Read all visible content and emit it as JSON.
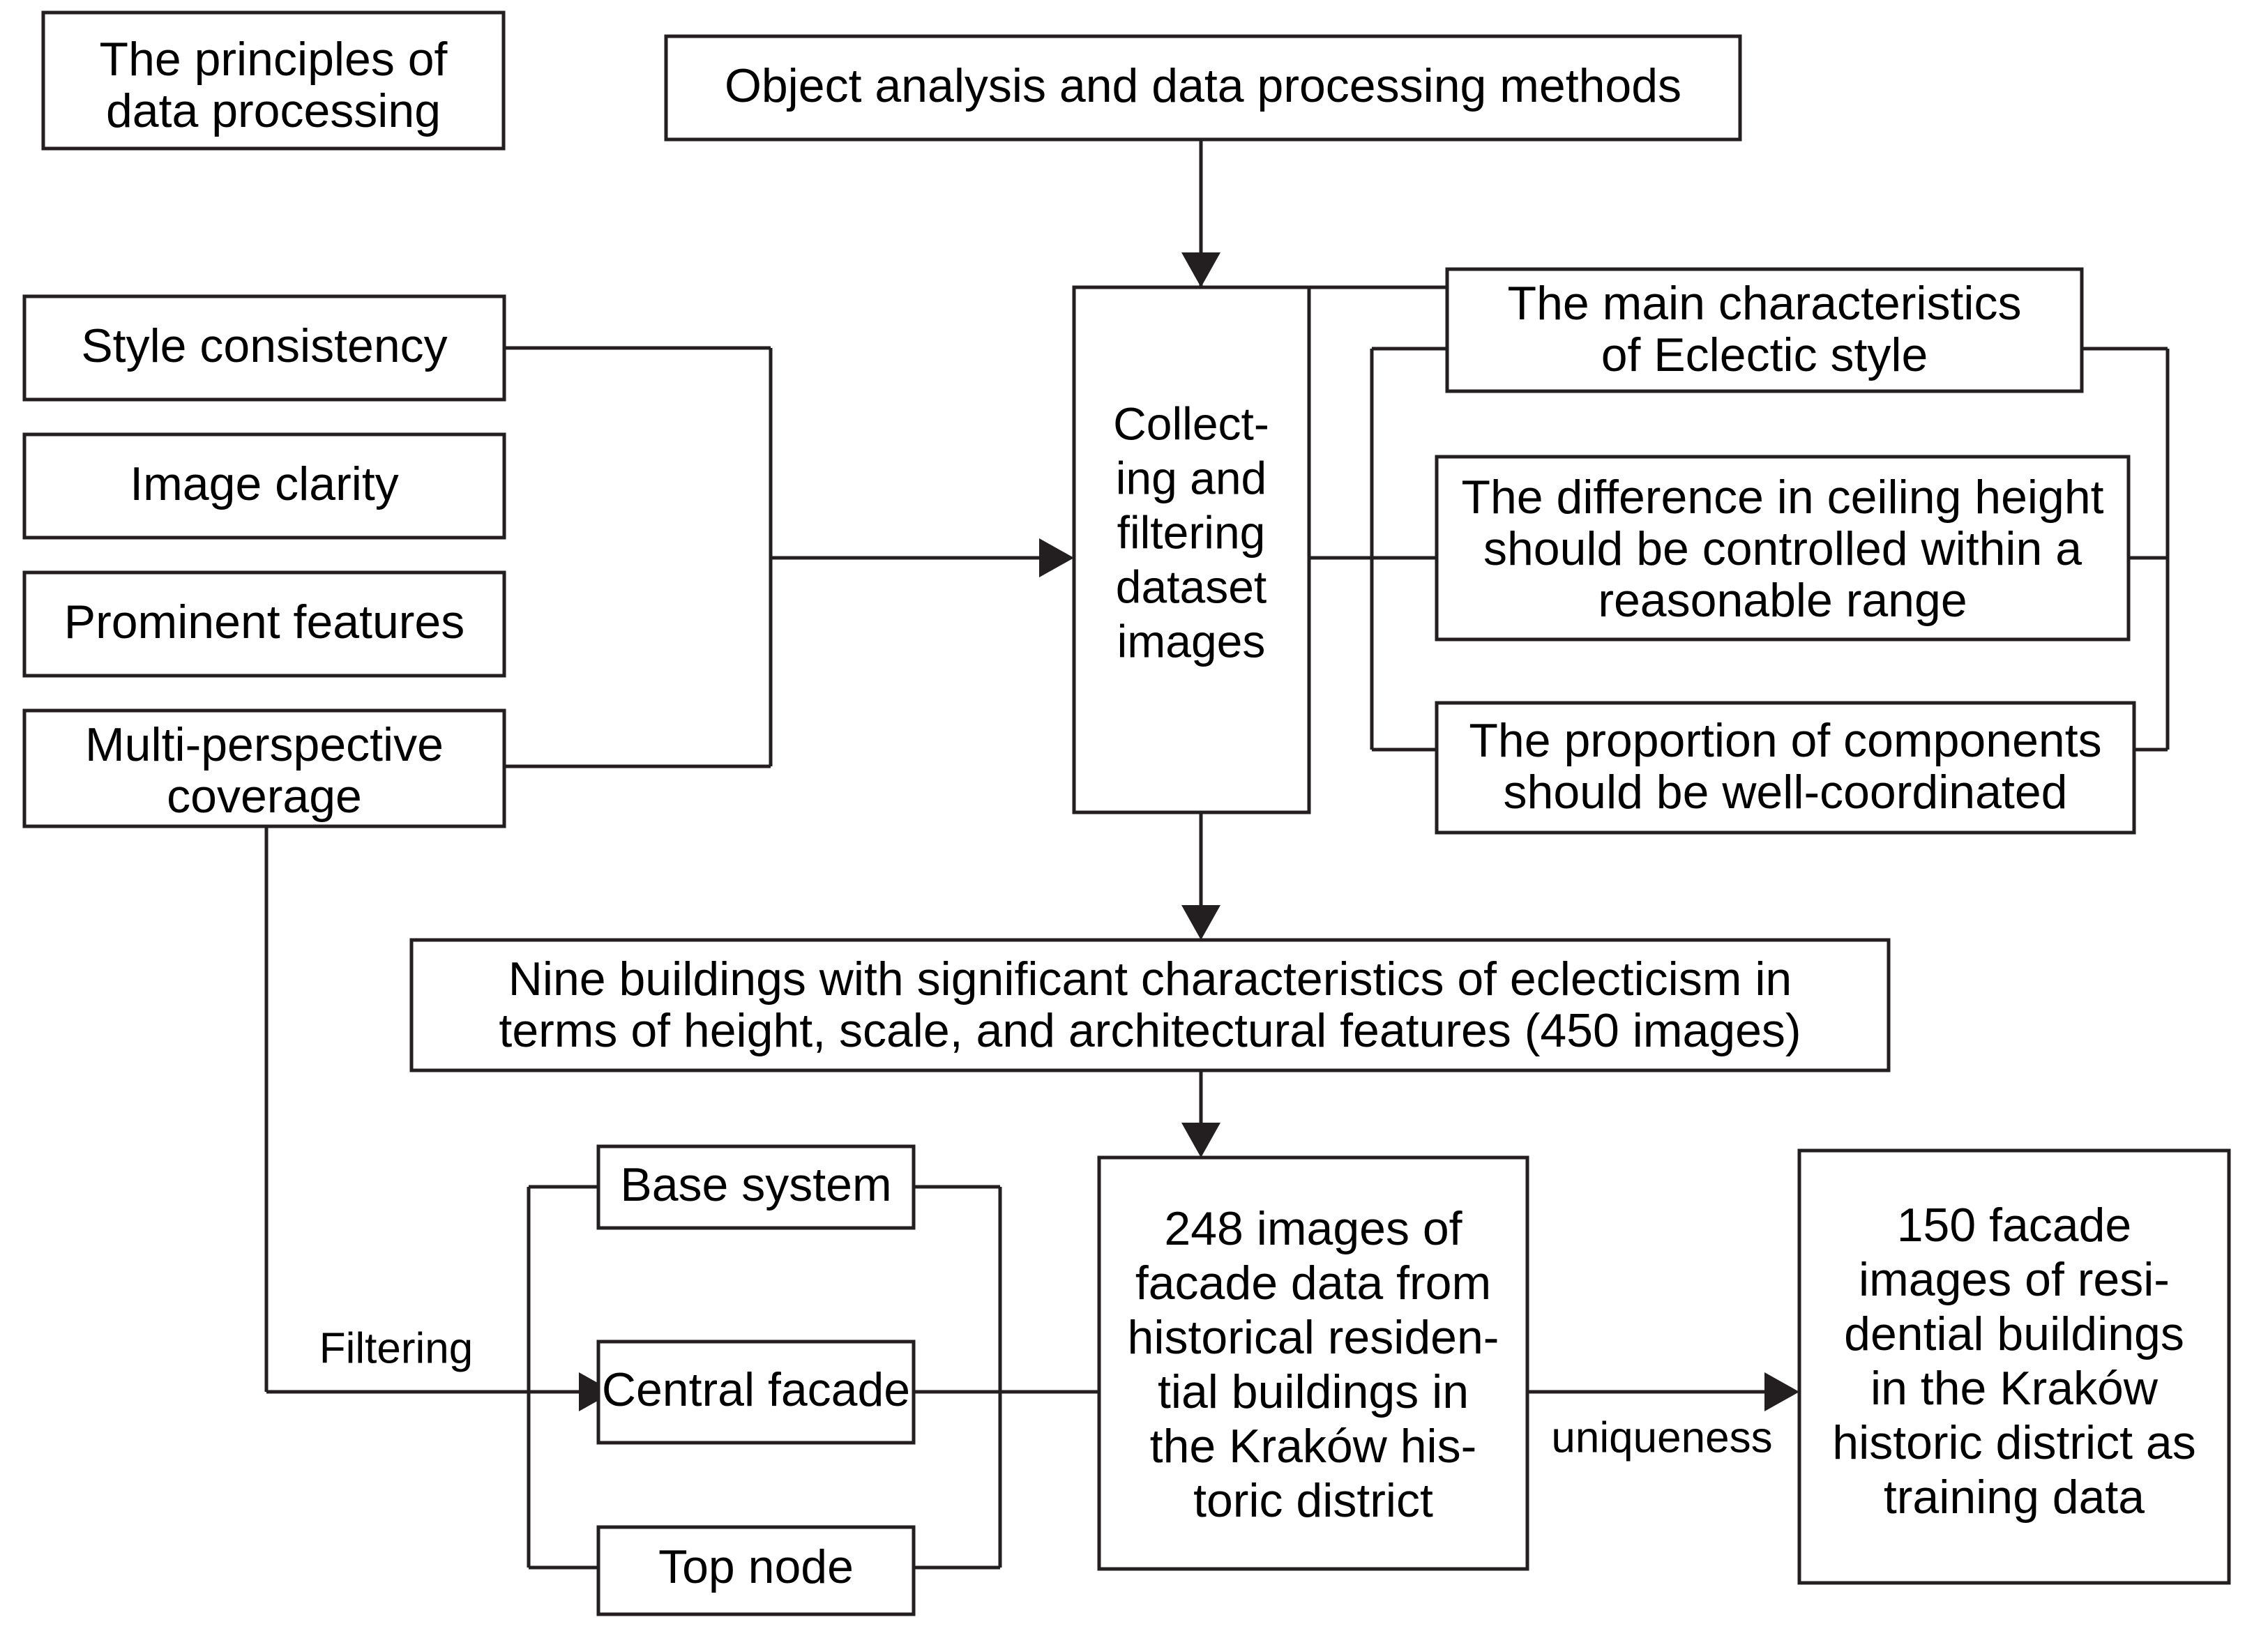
{
  "diagram": {
    "title": "Dataset collection and filtering workflow",
    "stroke_color": "#231f20",
    "fill_color": "#ffffff",
    "background": "#ffffff"
  },
  "nodes": {
    "principles": {
      "label": "The principles of data processing",
      "lines": [
        "The principles of",
        "data processing"
      ]
    },
    "object_analysis": {
      "label": "Object analysis and data processing methods",
      "lines": [
        "Object analysis and data processing methods"
      ]
    },
    "style_consistency": {
      "label": "Style consistency",
      "lines": [
        "Style consistency"
      ]
    },
    "image_clarity": {
      "label": "Image clarity",
      "lines": [
        "Image clarity"
      ]
    },
    "prominent_features": {
      "label": "Prominent features",
      "lines": [
        "Prominent features"
      ]
    },
    "multi_perspective": {
      "label": "Multi-perspective coverage",
      "lines": [
        "Multi-perspective",
        "coverage"
      ]
    },
    "collecting": {
      "label": "Collecting and filtering dataset images",
      "lines": [
        "Collect-",
        "ing and",
        "filtering",
        "dataset",
        "images"
      ]
    },
    "eclectic_style": {
      "label": "The main characteristics of Eclectic style",
      "lines": [
        "The main characteristics",
        "of Eclectic style"
      ]
    },
    "ceiling_height": {
      "label": "The difference in ceiling height should be controlled within a reasonable range",
      "lines": [
        "The difference in ceiling height",
        "should be controlled within a",
        "reasonable range"
      ]
    },
    "proportion": {
      "label": "The proportion of components should be well-coordinated",
      "lines": [
        "The proportion of components",
        "should be well-coordinated"
      ]
    },
    "nine_buildings": {
      "label": "Nine buildings with significant characteristics of eclecticism in terms of height, scale, and architectural features (450 images)",
      "lines": [
        "Nine buildings with significant characteristics of eclecticism in",
        "terms of height, scale, and architectural features (450 images)"
      ]
    },
    "base_system": {
      "label": "Base system",
      "lines": [
        "Base system"
      ]
    },
    "central_facade": {
      "label": "Central facade",
      "lines": [
        "Central facade"
      ]
    },
    "top_node": {
      "label": "Top node",
      "lines": [
        "Top node"
      ]
    },
    "images_248": {
      "label": "248 images of facade data from historical residential buildings in the Krakow historic district",
      "lines": [
        "248 images of",
        "facade data from",
        "historical residen-",
        "tial buildings in",
        "the Kraków his-",
        "toric district"
      ]
    },
    "images_150": {
      "label": "150 facade images of residential buildings in the Krakow historic district as training data",
      "lines": [
        "150 facade",
        "images of resi-",
        "dential buildings",
        "in the Kraków",
        "historic district as",
        "training data"
      ]
    }
  },
  "edge_labels": {
    "filtering": "Filtering",
    "uniqueness": "uniqueness"
  }
}
